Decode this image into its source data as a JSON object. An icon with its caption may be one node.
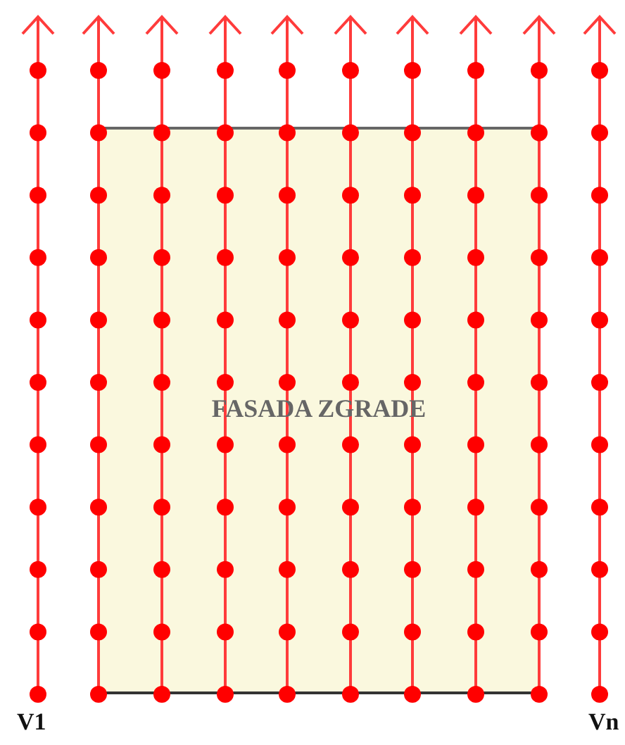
{
  "diagram": {
    "nodes": [
      {
        "text": [
          "FASADA ZGRADE"
        ]
      }
    ],
    "labels": [
      "V1",
      "Vn"
    ]
  }
}
